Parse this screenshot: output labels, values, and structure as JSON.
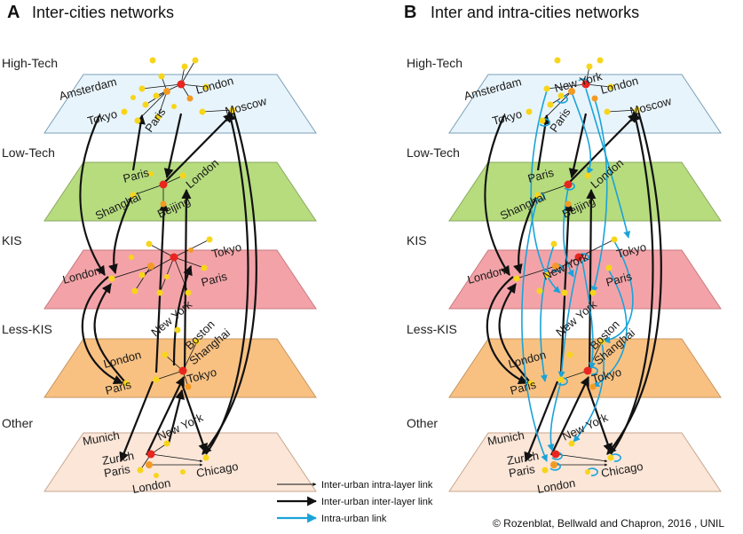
{
  "panels": [
    {
      "letter": "A",
      "title": "Inter-cities networks",
      "layers": [
        {
          "name": "High-Tech",
          "color": "#e8f4fb",
          "cities": [
            "Amsterdam",
            "London",
            "Tokyo",
            "Paris",
            "Moscow"
          ]
        },
        {
          "name": "Low-Tech",
          "color": "#b6dc7e",
          "cities": [
            "Paris",
            "London",
            "Shanghai",
            "Beijing"
          ]
        },
        {
          "name": "KIS",
          "color": "#f3a3a8",
          "cities": [
            "London",
            "Tokyo",
            "Paris"
          ]
        },
        {
          "name": "Less-KIS",
          "color": "#f8c182",
          "cities": [
            "New York",
            "London",
            "Boston",
            "Shanghai",
            "Paris",
            "Tokyo"
          ]
        },
        {
          "name": "Other",
          "color": "#fbe6d8",
          "cities": [
            "Munich",
            "New York",
            "Zurich",
            "Paris",
            "London",
            "Chicago"
          ]
        }
      ]
    },
    {
      "letter": "B",
      "title": "Inter and intra-cities networks",
      "layers": [
        {
          "name": "High-Tech",
          "color": "#e8f4fb",
          "cities": [
            "Amsterdam",
            "New York",
            "London",
            "Tokyo",
            "Paris",
            "Moscow"
          ]
        },
        {
          "name": "Low-Tech",
          "color": "#b6dc7e",
          "cities": [
            "Paris",
            "London",
            "Shanghai",
            "Beijing"
          ]
        },
        {
          "name": "KIS",
          "color": "#f3a3a8",
          "cities": [
            "London",
            "New York",
            "Tokyo",
            "Paris"
          ]
        },
        {
          "name": "Less-KIS",
          "color": "#f8c182",
          "cities": [
            "New York",
            "London",
            "Boston",
            "Shanghai",
            "Paris",
            "Tokyo"
          ]
        },
        {
          "name": "Other",
          "color": "#fbe6d8",
          "cities": [
            "Munich",
            "New York",
            "Zurich",
            "Paris",
            "London",
            "Chicago"
          ]
        }
      ]
    }
  ],
  "legend": {
    "intra_layer": "Inter-urban intra-layer link",
    "inter_layer": "Inter-urban inter-layer link",
    "intra_urban": "Intra-urban link"
  },
  "credit": "© Rozenblat, Bellwald and Chapron, 2016 , UNIL",
  "colors": {
    "node_yellow": "#f7d51a",
    "node_orange": "#f39a25",
    "node_red": "#e8261f",
    "intra_urban_link": "#1aa3d8",
    "inter_urban_link": "#111111"
  }
}
